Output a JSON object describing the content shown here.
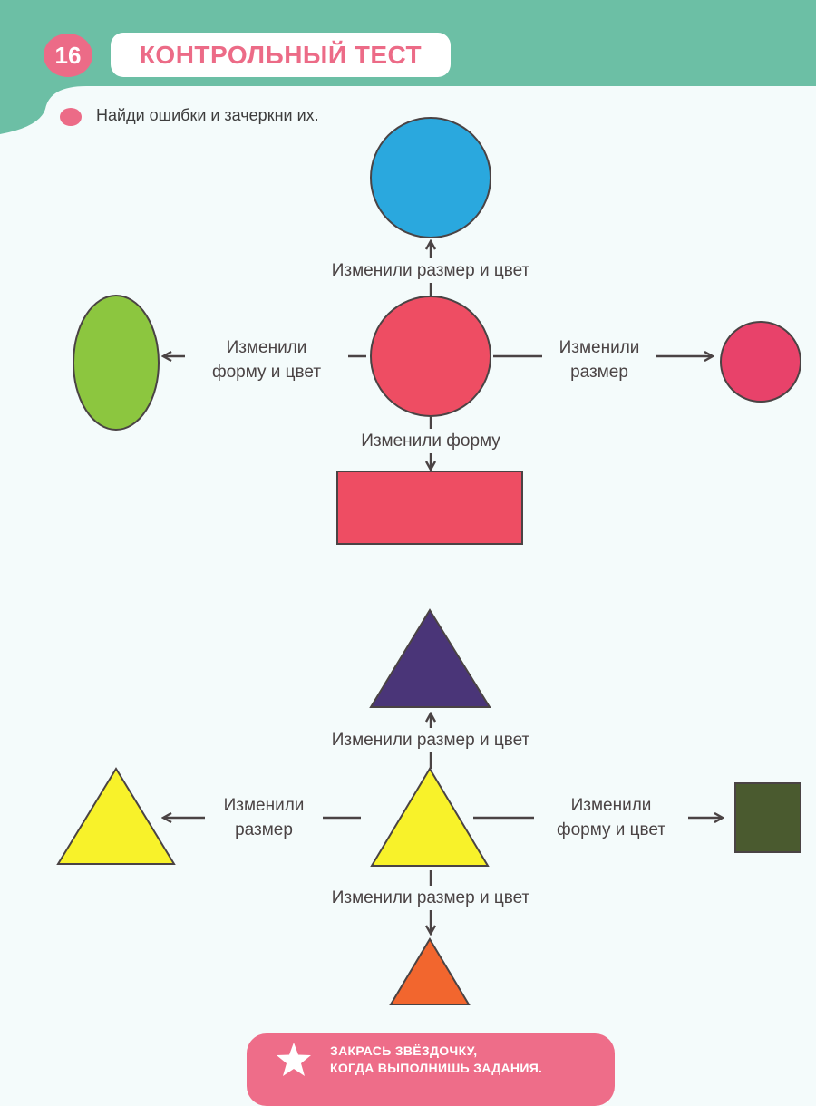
{
  "header": {
    "page_number": "16",
    "title": "КОНТРОЛЬНЫЙ ТЕСТ"
  },
  "task": {
    "instruction": "Найди ошибки и зачеркни их."
  },
  "circle_diagram": {
    "top_label": "Изменили размер и цвет",
    "left_label_line1": "Изменили",
    "left_label_line2": "форму и цвет",
    "right_label_line1": "Изменили",
    "right_label_line2": "размер",
    "bottom_label": "Изменили форму"
  },
  "triangle_diagram": {
    "top_label": "Изменили размер и цвет",
    "left_label_line1": "Изменили",
    "left_label_line2": "размер",
    "right_label_line1": "Изменили",
    "right_label_line2": "форму и цвет",
    "bottom_label": "Изменили размер и цвет"
  },
  "footer": {
    "line1": "ЗАКРАСЬ ЗВЁЗДОЧКУ,",
    "line2": "КОГДА ВЫПОЛНИШЬ ЗАДАНИЯ."
  },
  "colors": {
    "banner_teal": "#6cbfa5",
    "accent_pink": "#ec6b87",
    "blue_circle": "#2aa8de",
    "red_shape": "#ee4d63",
    "green_ellipse": "#8cc63f",
    "magenta_circle": "#e8426a",
    "purple_triangle": "#4a3578",
    "yellow_triangle": "#f8f22a",
    "dark_green_square": "#4a5a2f",
    "orange_triangle": "#f2662e"
  }
}
